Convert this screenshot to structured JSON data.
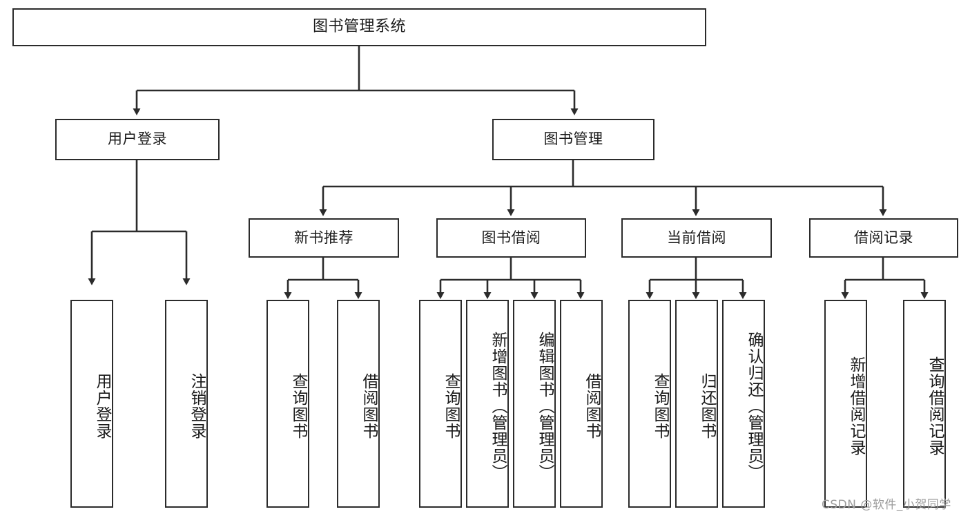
{
  "diagram": {
    "type": "hierarchy-tree",
    "title": "图书管理系统",
    "levels": 3,
    "root": {
      "label": "图书管理系统"
    },
    "level2": [
      {
        "label": "用户登录"
      },
      {
        "label": "图书管理"
      }
    ],
    "level3": [
      {
        "label": "新书推荐"
      },
      {
        "label": "图书借阅"
      },
      {
        "label": "当前借阅"
      },
      {
        "label": "借阅记录"
      }
    ],
    "leaves": {
      "user_login": [
        {
          "label": "用户登录"
        },
        {
          "label": "注销登录"
        }
      ],
      "new_book_recommend": [
        {
          "label": "查询图书"
        },
        {
          "label": "借阅图书"
        }
      ],
      "book_borrow": [
        {
          "label": "查询图书"
        },
        {
          "label": "新增图书（管理员）"
        },
        {
          "label": "编辑图书（管理员）"
        },
        {
          "label": "借阅图书"
        }
      ],
      "current_borrow": [
        {
          "label": "查询图书"
        },
        {
          "label": "归还图书"
        },
        {
          "label": "确认归还（管理员）"
        }
      ],
      "borrow_record": [
        {
          "label": "新增借阅记录"
        },
        {
          "label": "查询借阅记录"
        }
      ]
    }
  },
  "watermark": {
    "text": "CSDN @软件_小贺同学"
  },
  "colors": {
    "stroke": "#2b2b2b",
    "background": "#ffffff",
    "text": "#1a1a1a",
    "watermark": "#9b9b9b"
  }
}
